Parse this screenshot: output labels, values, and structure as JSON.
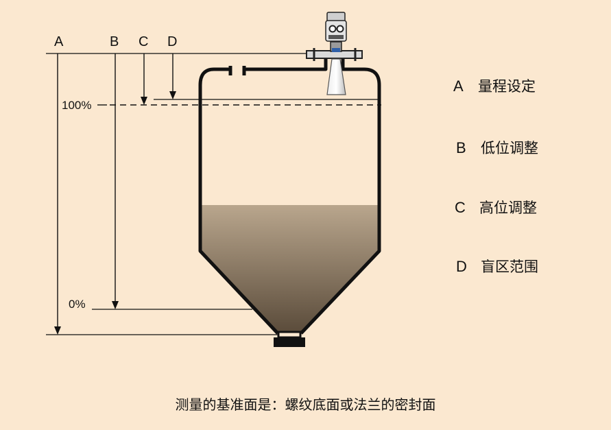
{
  "diagram": {
    "axis_letters": {
      "a": "A",
      "b": "B",
      "c": "C",
      "d": "D"
    },
    "level_100": "100%",
    "level_0": "0%",
    "legend": [
      {
        "letter": "A",
        "text": "量程设定"
      },
      {
        "letter": "B",
        "text": "低位调整"
      },
      {
        "letter": "C",
        "text": "高位调整"
      },
      {
        "letter": "D",
        "text": "盲区范围"
      }
    ],
    "caption": "测量的基准面是：螺纹底面或法兰的密封面",
    "colors": {
      "background": "#fbe8d0",
      "material_top": "#b8a58c",
      "material_bottom": "#5e4f3e",
      "line": "#111111"
    }
  }
}
